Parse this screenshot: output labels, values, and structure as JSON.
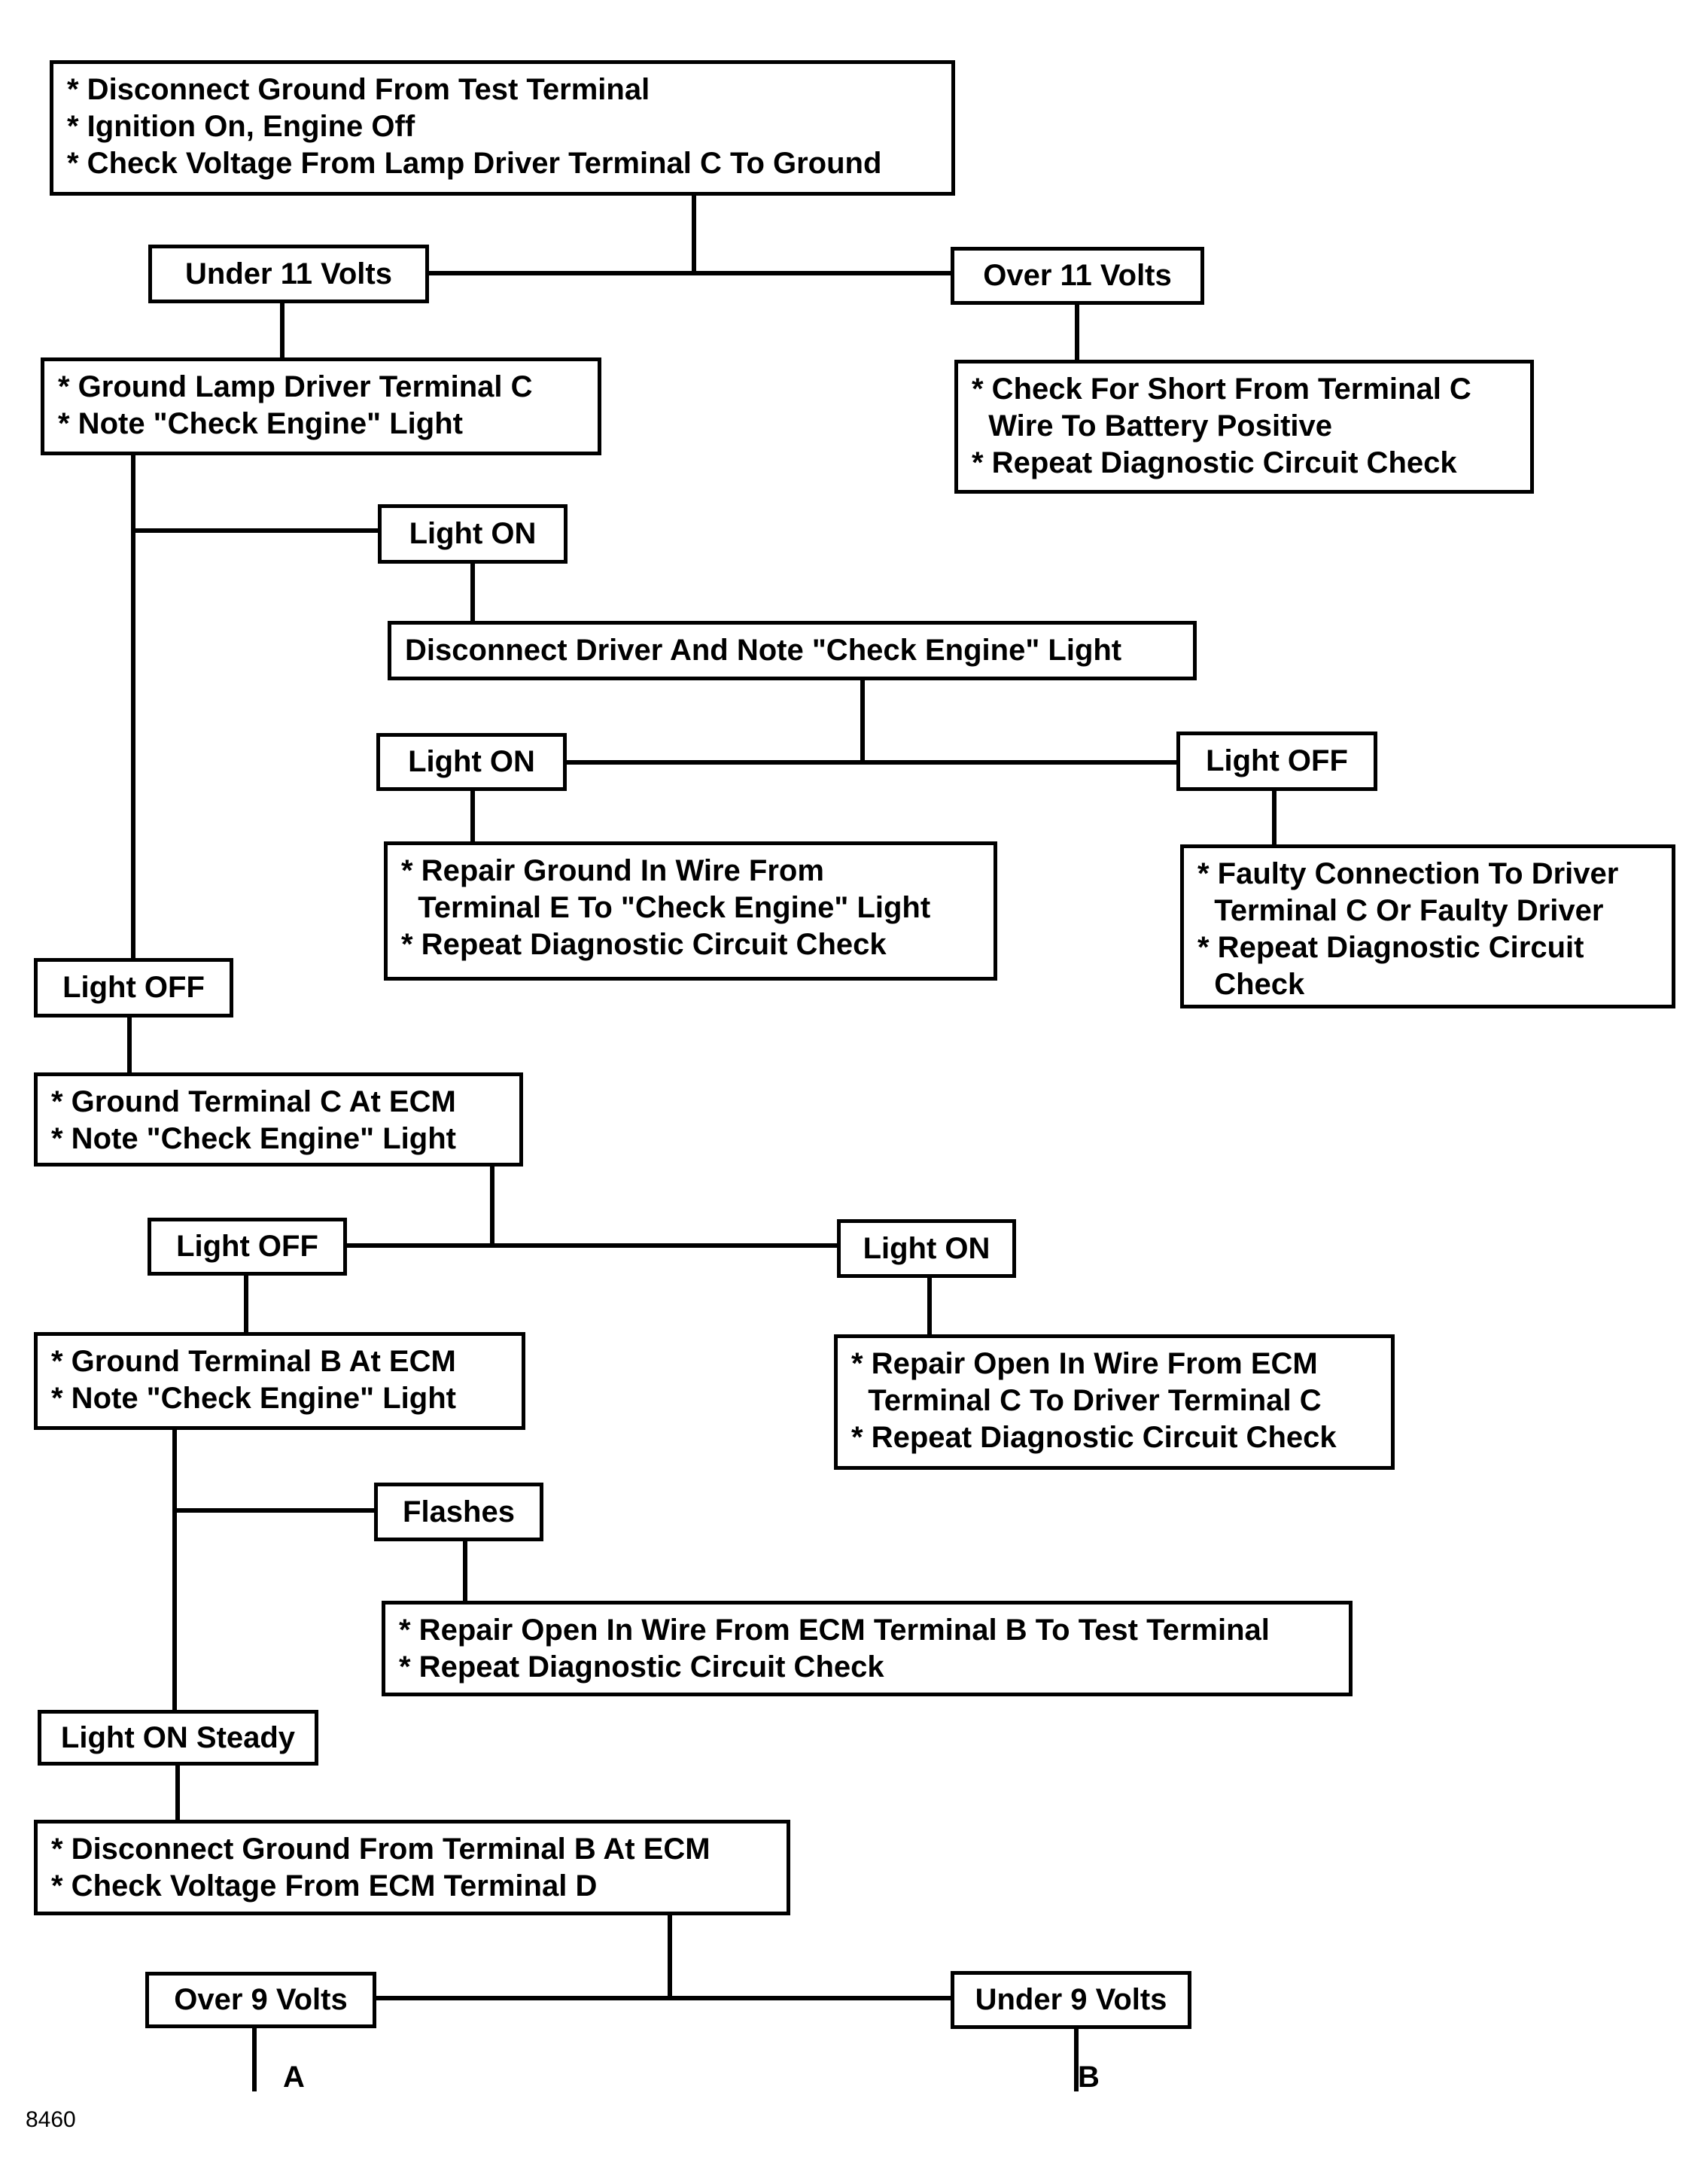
{
  "boxes": {
    "b1": [
      "* Disconnect Ground From Test Terminal",
      "* Ignition On, Engine Off",
      "* Check Voltage From Lamp Driver Terminal C To Ground"
    ],
    "b2": [
      "* Ground Lamp Driver Terminal C",
      "* Note \"Check Engine\" Light"
    ],
    "b3": [
      "* Check For Short From Terminal C",
      "  Wire To Battery Positive",
      "* Repeat Diagnostic Circuit Check"
    ],
    "b4": [
      "Disconnect Driver And Note \"Check Engine\" Light"
    ],
    "b5": [
      "* Repair Ground In Wire From",
      "  Terminal E To \"Check Engine\" Light",
      "* Repeat Diagnostic Circuit Check"
    ],
    "b6": [
      "* Faulty Connection To Driver",
      "  Terminal C Or Faulty Driver",
      "* Repeat Diagnostic Circuit",
      "  Check"
    ],
    "b7": [
      "* Ground Terminal C At ECM",
      "* Note \"Check Engine\" Light"
    ],
    "b8": [
      "* Repair Open In Wire From ECM",
      "  Terminal C To Driver Terminal C",
      "* Repeat Diagnostic Circuit Check"
    ],
    "b9": [
      "* Ground Terminal B At ECM",
      "* Note \"Check Engine\" Light"
    ],
    "b10": [
      "* Repair Open In Wire From ECM Terminal B To Test Terminal",
      "* Repeat Diagnostic Circuit Check"
    ],
    "b11": [
      "* Disconnect Ground From Terminal B At ECM",
      "* Check Voltage From ECM Terminal D"
    ]
  },
  "labels": {
    "l1": "Under 11 Volts",
    "l2": "Over 11 Volts",
    "l3": "Light ON",
    "l4": "Light ON",
    "l5": "Light OFF",
    "l6": "Light OFF",
    "l7": "Light OFF",
    "l8": "Light ON",
    "l9": "Flashes",
    "l10": "Light ON Steady",
    "l11": "Over 9 Volts",
    "l12": "Under 9 Volts"
  },
  "outputs": {
    "a": "A",
    "b": "B"
  },
  "figure_number": "8460"
}
